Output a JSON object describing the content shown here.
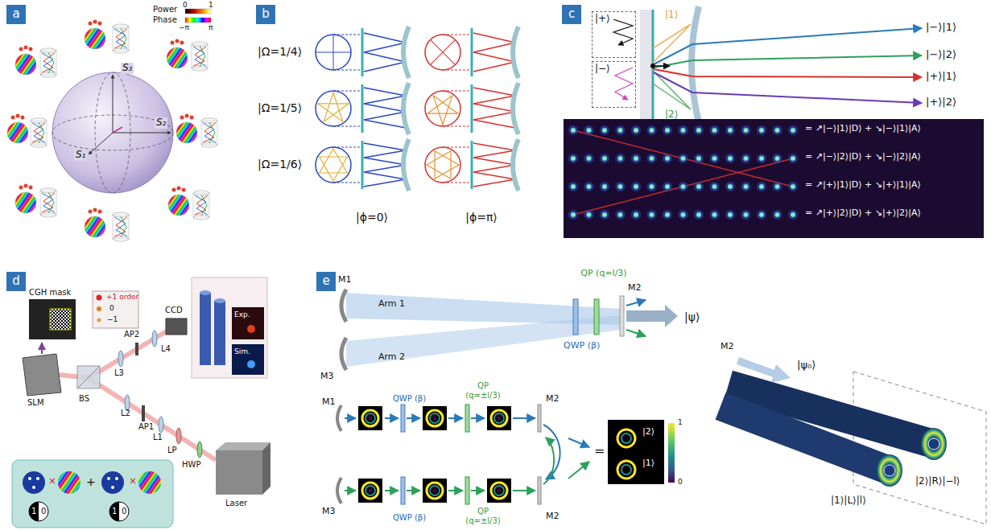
{
  "diagram": {
    "nodes": [
      {
        "text": [
          "a"
        ]
      },
      {
        "text": [
          "b"
        ]
      },
      {
        "text": [
          "c"
        ]
      },
      {
        "text": [
          "|+⟩"
        ]
      },
      {
        "text": [
          "|−⟩"
        ]
      },
      {
        "text": [
          "d"
        ]
      },
      {
        "text": [
          "e"
        ]
      }
    ],
    "labels": [
      "Power",
      "0",
      "1",
      "Phase",
      "−π",
      "π",
      "S₃",
      "S₁",
      "S₂",
      "|Ω=1/4⟩",
      "|Ω=1/5⟩",
      "|Ω=1/6⟩",
      "|ϕ=0⟩",
      "|ϕ=π⟩",
      "|1⟩",
      "|2⟩",
      "|−⟩|1⟩",
      "|−⟩|2⟩",
      "|+⟩|1⟩",
      "|+⟩|2⟩",
      "= ↗|−⟩|1⟩|D⟩ + ↘|−⟩|1⟩|A⟩",
      "= ↗|−⟩|2⟩|D⟩ + ↘|−⟩|2⟩|A⟩",
      "= ↗|+⟩|1⟩|D⟩ + ↘|+⟩|1⟩|A⟩",
      "= ↗|+⟩|2⟩|D⟩ + ↘|+⟩|2⟩|A⟩",
      "CGH mask",
      "+1 order",
      "0",
      "−1",
      "Exp.",
      "Sim.",
      "SLM",
      "BS",
      "L3",
      "AP2",
      "L4",
      "CCD",
      "L2",
      "AP1",
      "L1",
      "LP",
      "HWP",
      "Laser",
      "×",
      "+",
      "×",
      "1",
      "0",
      "1",
      "0",
      "M1",
      "Arm 1",
      "Arm 2",
      "M3",
      "QP (q=l/3)",
      "QWP (β)",
      "M2",
      "|ψ⟩",
      "M1",
      "QWP (β)",
      "QP (q=±l/3)",
      "M2",
      "M3",
      "QWP (β)",
      "QP (q=±l/3)",
      "M2",
      "=",
      "|2⟩",
      "|1⟩",
      "1",
      "0",
      "M2",
      "|ψ₀⟩",
      "|2⟩|R⟩|−l⟩",
      "|1⟩|L⟩|l⟩"
    ]
  }
}
